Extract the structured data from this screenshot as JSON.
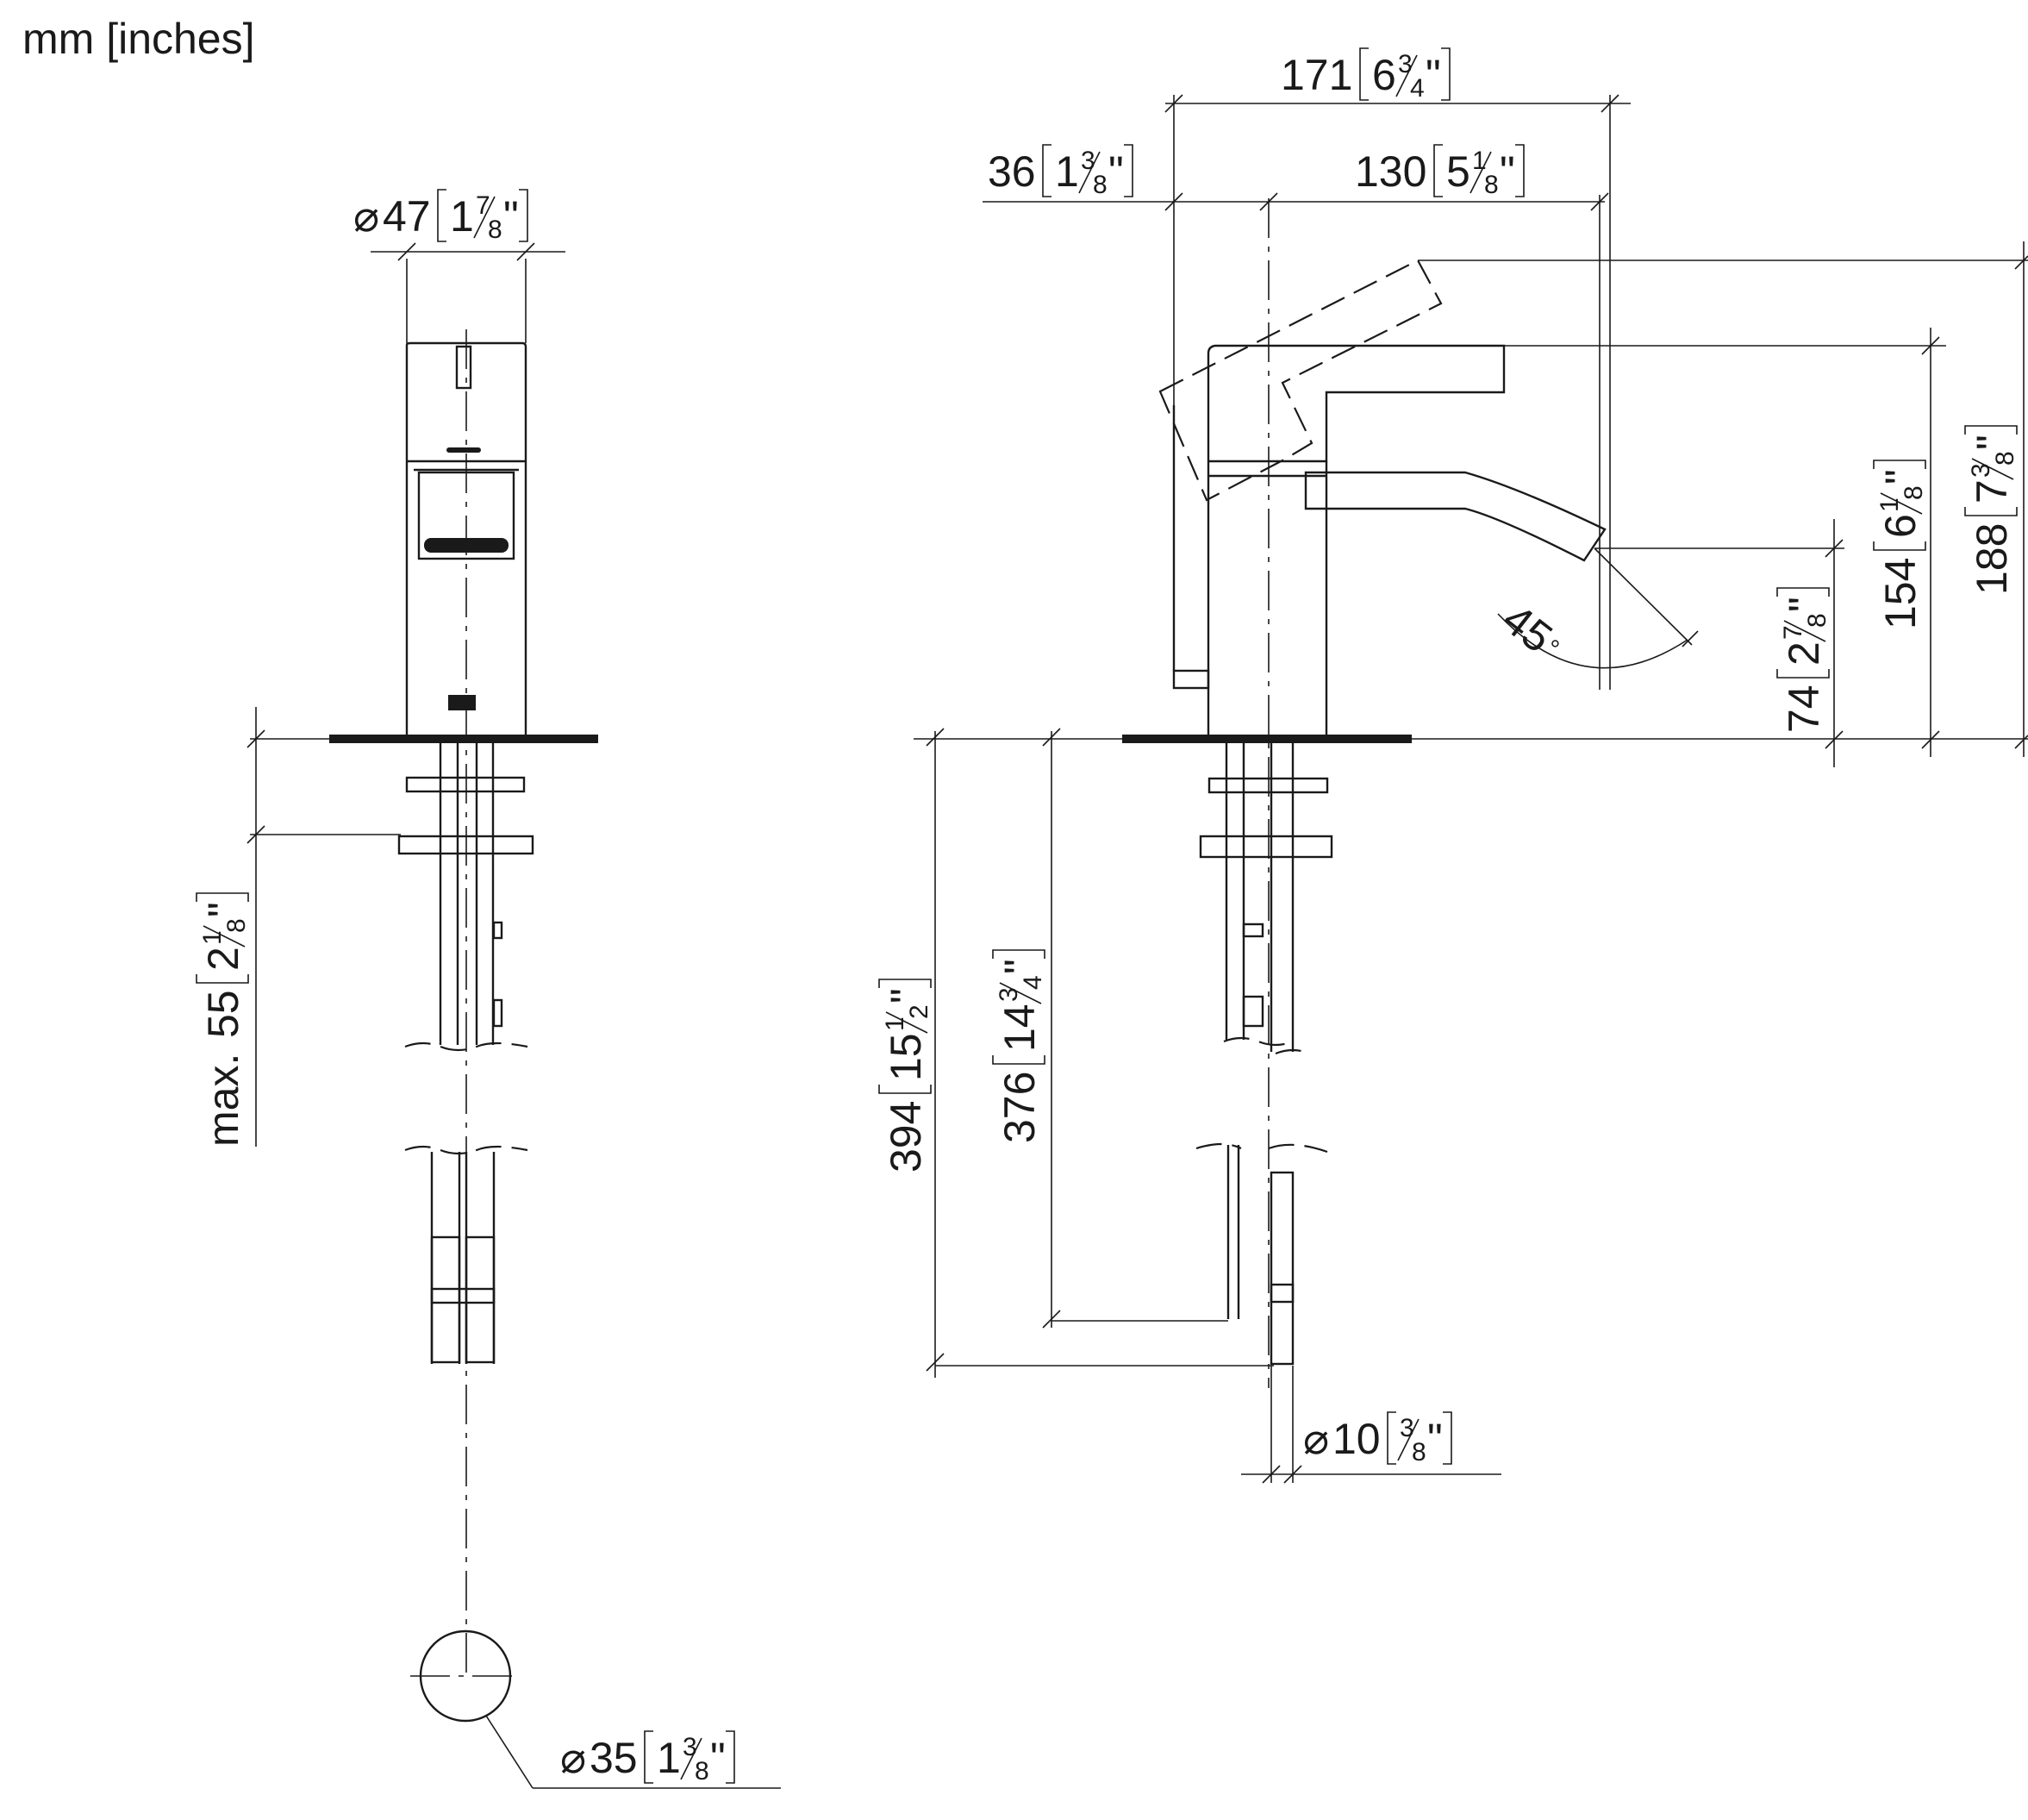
{
  "units_label": "mm [inches]",
  "dimensions": {
    "front_diameter_top": {
      "symbol": "⌀",
      "mm": "47",
      "whole": "1",
      "num": "7",
      "den": "8",
      "mark": "\""
    },
    "front_max_depth": {
      "prefix": "max.",
      "mm": "55",
      "whole": "2",
      "num": "1",
      "den": "8",
      "mark": "\""
    },
    "base_diameter": {
      "symbol": "⌀",
      "mm": "35",
      "whole": "1",
      "num": "3",
      "den": "8",
      "mark": "\""
    },
    "overall_length": {
      "mm": "171",
      "whole": "6",
      "num": "3",
      "den": "4",
      "mark": "\""
    },
    "lever_offset": {
      "mm": "36",
      "whole": "1",
      "num": "3",
      "den": "8",
      "mark": "\""
    },
    "spout_reach": {
      "mm": "130",
      "whole": "5",
      "num": "1",
      "den": "8",
      "mark": "\""
    },
    "overall_height": {
      "mm": "188",
      "whole": "7",
      "num": "3",
      "den": "8",
      "mark": "\""
    },
    "body_height": {
      "mm": "154",
      "whole": "6",
      "num": "1",
      "den": "8",
      "mark": "\""
    },
    "spout_height": {
      "mm": "74",
      "whole": "2",
      "num": "7",
      "den": "8",
      "mark": "\""
    },
    "lever_angle": {
      "value": "45",
      "unit": "°"
    },
    "hose_length_1": {
      "mm": "394",
      "whole": "15",
      "num": "1",
      "den": "2",
      "mark": "\""
    },
    "hose_length_2": {
      "mm": "376",
      "whole": "14",
      "num": "3",
      "den": "4",
      "mark": "\""
    },
    "hose_diameter": {
      "symbol": "⌀",
      "mm": "10",
      "whole": "",
      "num": "3",
      "den": "8",
      "mark": "\""
    }
  }
}
